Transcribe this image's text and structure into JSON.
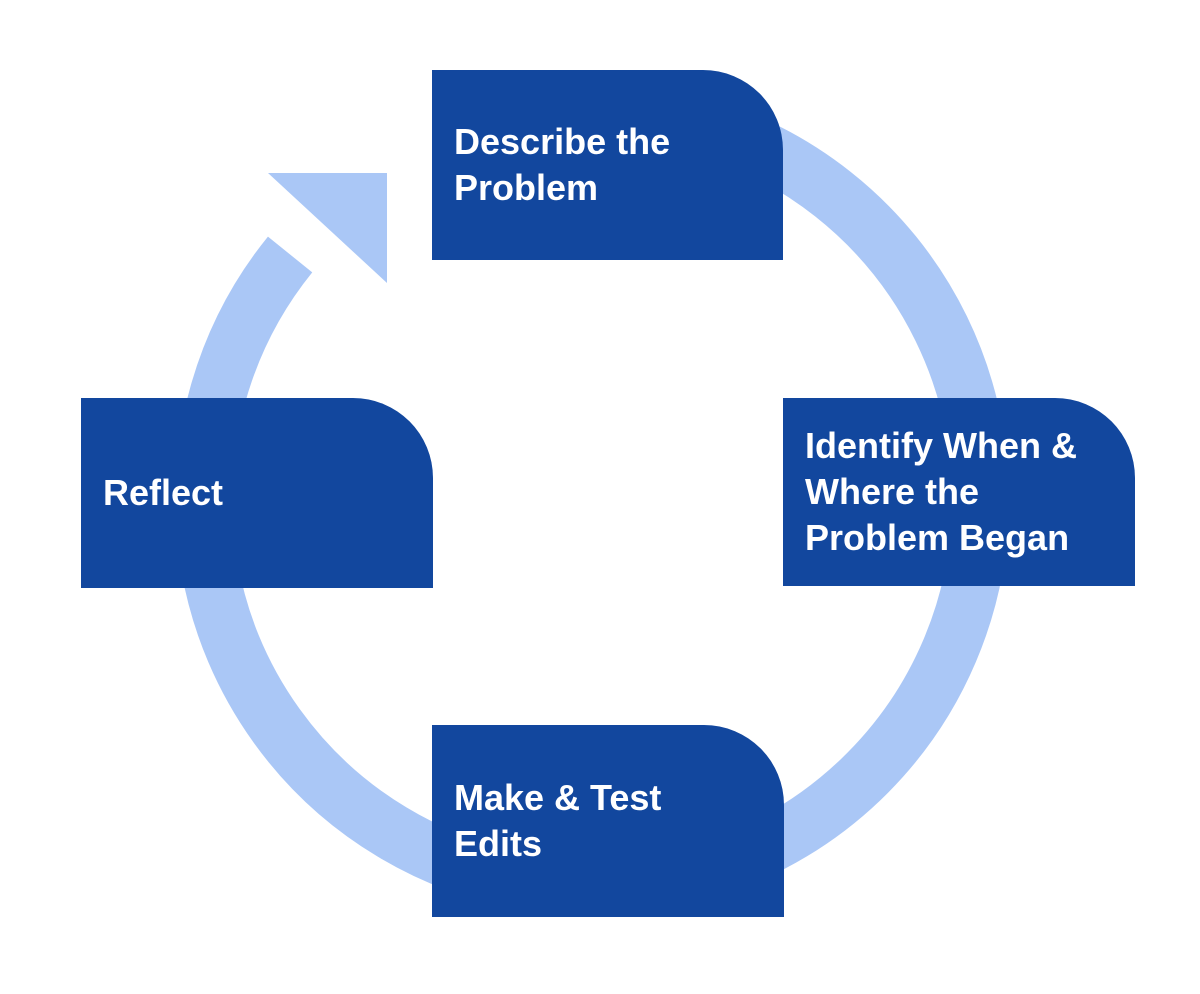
{
  "colors": {
    "box_blue": "#12479E",
    "ring_blue": "#AAC7F6",
    "label_text": "#FFFFFF",
    "background": "#FFFFFF"
  },
  "cycle": {
    "direction": "clockwise",
    "stages": [
      {
        "id": "describe-the-problem",
        "position": "top",
        "label": "Describe the\nProblem"
      },
      {
        "id": "identify-when-where",
        "position": "right",
        "label": "Identify When &\nWhere the\nProblem Began"
      },
      {
        "id": "make-test-edits",
        "position": "bottom",
        "label": "Make & Test\nEdits"
      },
      {
        "id": "reflect",
        "position": "left",
        "label": "Reflect"
      }
    ]
  }
}
